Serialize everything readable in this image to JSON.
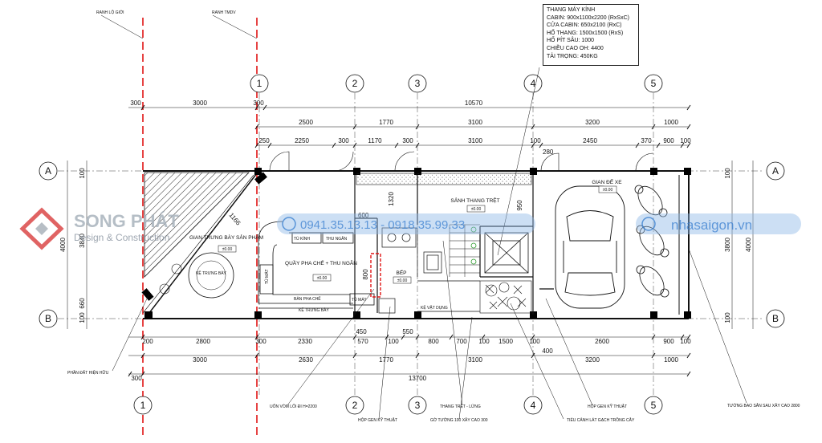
{
  "elevator_note": {
    "lines": [
      "THANG MÁY KÍNH",
      "CABIN: 900x1100x2200 (RxSxC)",
      "CỬA CABIN: 650x2100 (RxC)",
      "HỐ THANG: 1500x1500 (RxS)",
      "HỐ PÍT SÂU: 1000",
      "CHIỀU CAO OH: 4400",
      "TẢI TRỌNG: 450KG"
    ]
  },
  "boundary_labels": {
    "lo_gioi": "RANH LỘ GIỚI",
    "tmdv": "RANH TMDV"
  },
  "grid_axes": {
    "numbers": [
      "1",
      "2",
      "3",
      "4",
      "5"
    ],
    "letters": [
      "A",
      "B"
    ]
  },
  "dims_top": {
    "row1": [
      "300",
      "3000",
      "300",
      "10570"
    ],
    "row2": [
      "2500",
      "1770",
      "3100",
      "3200",
      "1000"
    ],
    "row3": [
      "250",
      "2250",
      "300",
      "1170",
      "300",
      "3100",
      "100",
      "2450",
      "370",
      "900",
      "100"
    ]
  },
  "dims_bottom": {
    "row1": [
      "200",
      "2800",
      "300",
      "2330",
      "570",
      "100",
      "800",
      "700",
      "100",
      "1500",
      "100",
      "2600",
      "900",
      "100"
    ],
    "row2": [
      "3000",
      "2630",
      "1770",
      "3100",
      "3200",
      "1000"
    ],
    "row3": [
      "300",
      "13700"
    ],
    "small": [
      "450",
      "550",
      "400"
    ]
  },
  "dims_left": [
    "100",
    "3840",
    "4000",
    "660",
    "100"
  ],
  "dims_right": [
    "100",
    "3800",
    "4000",
    "100"
  ],
  "dims_inner": [
    "280",
    "1320",
    "950",
    "600",
    "800",
    "1166"
  ],
  "rooms": {
    "gallery": "GIAN TRƯNG BÀY SẢN PHẨM",
    "gallery_level": "±0.00",
    "bar": "QUẦY PHA CHẾ + THU NGÂN",
    "bar_level": "±0.00",
    "kitchen": "BẾP",
    "kitchen_level": "±0.00",
    "lobby": "SẢNH THANG TRỆT",
    "lobby_level": "±0.00",
    "parking": "GIAN ĐỂ XE",
    "parking_level": "±0.00",
    "display_shelf": "KỆ TRƯNG BÀY"
  },
  "furniture": {
    "tu_kinh": "TỦ KÍNH",
    "thu_ngan": "THU NGÂN",
    "tu_mat": "TỦ MÁT",
    "tu_mat2": "TỦ MÁT",
    "ban_pha_che": "BÀN PHA CHẾ",
    "ke_trung_bay": "KỆ TRƯNG BÀY",
    "ke_vat_dung": "KỆ VẬT DỤNG"
  },
  "callouts": {
    "phan_dat": "PHẦN ĐẤT HIỆN HỮU",
    "vom": "UỐN VÒM LỐI ĐI H=2200",
    "hop_gen1": "HỘP GEN KỸ THUẬT",
    "thang": "THANG TRỆT - LỬNG",
    "go_tuong": "GỜ TƯỜNG 100 XÂY CAO 300",
    "tieu_canh": "TIỂU CẢNH LÁT GẠCH TRỒNG CÂY",
    "hop_gen2": "HỘP GEN KỸ THUẬT",
    "tuong_bao": "TƯỜNG BAO SÂN SAU XÂY CAO 2800"
  },
  "watermarks": {
    "brand": "SONG PHÁT",
    "tagline": "Design & Construction",
    "phones": "0941.35.13.13 - 0918.35.99.33",
    "website": "nhasaigon.vn"
  },
  "colors": {
    "line": "#111111",
    "boundary": "#e01414",
    "watermark": "#3a7fd0",
    "brand_red": "#d42222",
    "column": "#000000"
  }
}
